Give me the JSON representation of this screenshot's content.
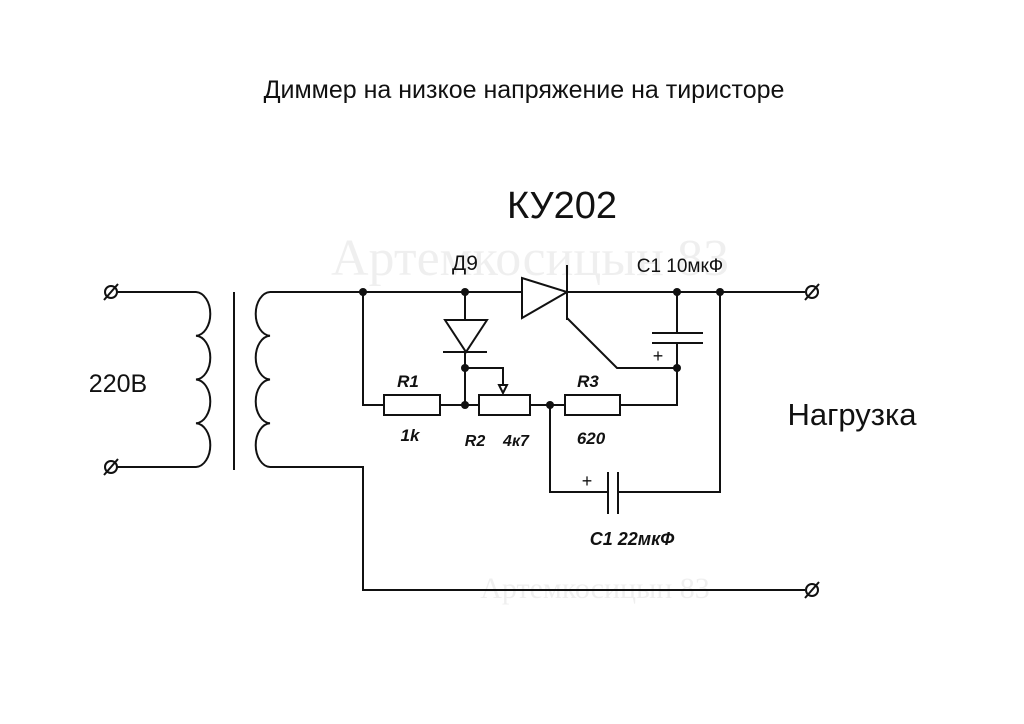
{
  "title": "Диммер на низкое напряжение на тиристоре",
  "watermark": "Артемкосицын 83",
  "labels": {
    "thyristor": "КУ202",
    "diode": "Д9",
    "cap_top": "С1 10мкФ",
    "source_voltage": "220В",
    "load": "Нагрузка",
    "r1_name": "R1",
    "r1_value": "1k",
    "r2_name": "R2",
    "r2_value": "4к7",
    "r3_name": "R3",
    "r3_value": "620",
    "cap_bottom": "С1  22мкФ",
    "plus": "+"
  },
  "terminal_symbol": "Ø",
  "colors": {
    "line": "#111111",
    "background": "#ffffff"
  }
}
